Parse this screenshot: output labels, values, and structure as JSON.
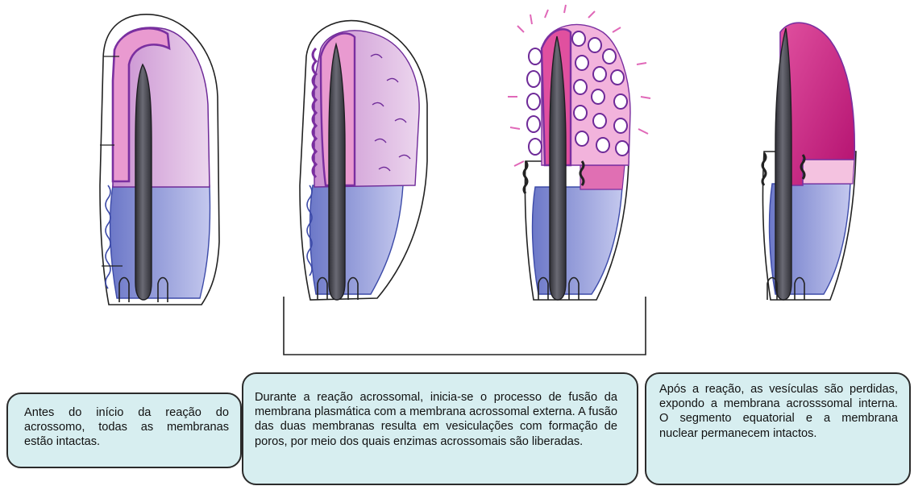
{
  "diagram": {
    "stages": [
      "intact-acrosome",
      "acrosome-reaction-vesiculation",
      "acrosome-reaction-pores",
      "after-reaction"
    ]
  },
  "colors": {
    "pink": "#e48ec9",
    "magenta": "#c2187e",
    "purple": "#7a2fa0",
    "lavender": "#d6a9d8",
    "blue": "#8b95d6",
    "dark_blue": "#4a5ab0",
    "nucleus": "#4b4b55",
    "caption_bg": "#d7eef0"
  },
  "captions": {
    "before": "Antes do início da reação do acrossomo, todas as membranas estão intactas.",
    "during": "Durante a reação acrossomal, inicia-se o processo de fusão da membrana plasmática com a membrana acrossomal externa. A fusão das duas membranas resulta em vesiculações com formação de poros, por meio dos quais enzimas acrossomais são liberadas.",
    "after": "Após a reação, as vesículas são perdidas, expondo a membrana acrosssomal interna. O segmento equatorial e a membrana nuclear permanecem intactos."
  }
}
